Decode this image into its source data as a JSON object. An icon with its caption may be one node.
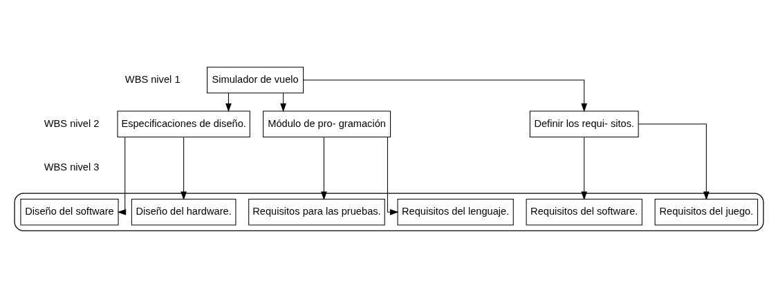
{
  "diagram": {
    "nodes": [
      {
        "text": [
          "Simulador de vuelo"
        ]
      },
      {
        "text": [
          "Definir los requi- sitos."
        ]
      },
      {
        "text": [
          "Especificaciones de diseño."
        ]
      },
      {
        "text": [
          "Módulo de pro- gramación"
        ]
      },
      {
        "text": [],
        "shape": "box"
      },
      {
        "text": [
          "Diseño del hardware."
        ],
        "in": 4
      },
      {
        "text": [
          "Diseño del software"
        ],
        "in": 4
      },
      {
        "text": [
          "Requisitos del juego."
        ],
        "in": 4
      },
      {
        "text": [
          "Requisitos del software."
        ],
        "in": 4
      },
      {
        "text": [
          "Requisitos del lenguaje."
        ],
        "in": 4
      },
      {
        "text": [
          "Requisitos para las pruebas."
        ],
        "in": 4
      }
    ],
    "edges": [
      {
        "from": 0,
        "to": 1,
        "arrow": "to"
      },
      {
        "from": 0,
        "to": 2,
        "arrow": "to"
      },
      {
        "from": 0,
        "to": 3,
        "arrow": "to"
      },
      {
        "from": 2,
        "to": 5,
        "arrow": "to"
      },
      {
        "from": 2,
        "to": 6,
        "arrow": "to"
      },
      {
        "from": 1,
        "to": 7,
        "arrow": "to"
      },
      {
        "from": 1,
        "to": 8,
        "arrow": "to"
      },
      {
        "from": 3,
        "to": 9,
        "arrow": "to"
      },
      {
        "from": 3,
        "to": 10,
        "arrow": "to"
      }
    ],
    "labels": [
      "WBS nivel 1",
      "WBS nivel 2",
      "WBS nivel 3"
    ]
  }
}
